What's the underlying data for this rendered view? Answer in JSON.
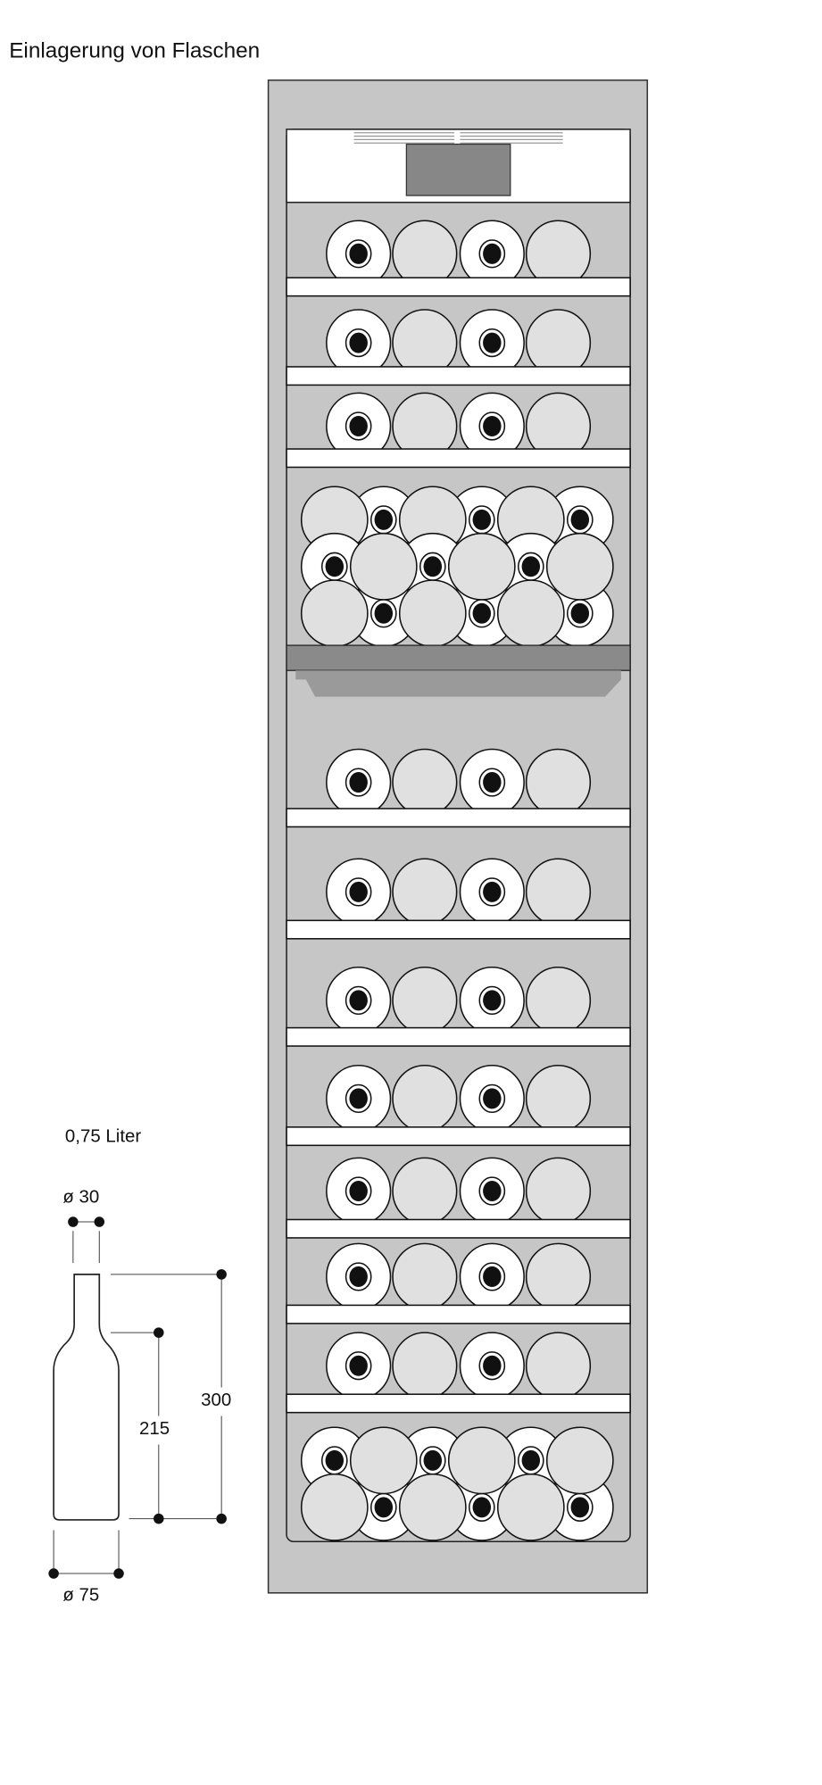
{
  "title": "Einlagerung von Flaschen",
  "bottle": {
    "volume_label": "0,75 Liter",
    "neck_diameter_label": "ø 30",
    "height_label": "300",
    "shoulder_height_label": "215",
    "body_diameter_label": "ø 75"
  },
  "colors": {
    "cabinet": "#c6c6c6",
    "shelf": "#ffffff",
    "bottle_front": "#e0e0e0",
    "bottle_back": "#ffffff",
    "display": "#878787",
    "divider": "#8a8a8a"
  }
}
